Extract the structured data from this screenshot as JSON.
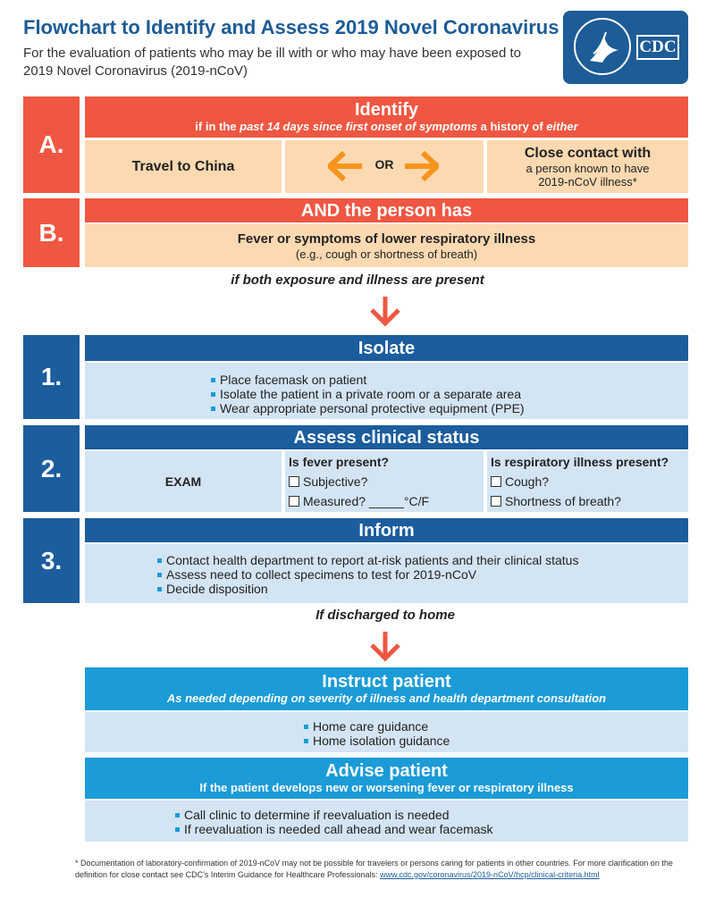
{
  "header": {
    "title": "Flowchart to Identify and Assess 2019 Novel Coronavirus",
    "subtitle": "For the evaluation of patients who may be ill with or who may have been exposed to 2019 Novel Coronavirus (2019-nCoV)",
    "logo_text": "CDC"
  },
  "section_a": {
    "letter": "A.",
    "title": "Identify",
    "sub_pre": "if in the ",
    "sub_em": "past 14 days since first onset of symptoms",
    "sub_mid": " a history of ",
    "sub_em2": "either",
    "left": "Travel to China",
    "or": "OR",
    "right_title": "Close contact with",
    "right_text": "a person known to have 2019-nCoV illness*"
  },
  "section_b": {
    "letter": "B.",
    "title": "AND the person has",
    "main": "Fever or symptoms of lower respiratory illness",
    "sub": "(e.g., cough or shortness of breath)"
  },
  "connector_1": "if both exposure and illness are present",
  "step_1": {
    "number": "1.",
    "title": "Isolate",
    "items": [
      "Place facemask on patient",
      "Isolate the patient in a private room or a separate area",
      "Wear appropriate personal protective equipment (PPE)"
    ]
  },
  "step_2": {
    "number": "2.",
    "title": "Assess clinical status",
    "exam": "EXAM",
    "fever_q": "Is fever present?",
    "fever_opt1": "Subjective?",
    "fever_opt2": "Measured? _____°C/F",
    "resp_q": "Is respiratory illness present?",
    "resp_opt1": "Cough?",
    "resp_opt2": "Shortness of breath?"
  },
  "step_3": {
    "number": "3.",
    "title": "Inform",
    "items": [
      "Contact health department to report at-risk patients and their clinical status",
      "Assess need to collect specimens to test for 2019-nCoV",
      "Decide disposition"
    ]
  },
  "connector_2": "If discharged to home",
  "instruct": {
    "title": "Instruct patient",
    "sub": "As needed depending on severity of illness and health department consultation",
    "items": [
      "Home care guidance",
      "Home isolation guidance"
    ]
  },
  "advise": {
    "title": "Advise patient",
    "sub": "If the patient develops new or worsening fever or respiratory illness",
    "items": [
      "Call clinic to determine if reevaluation is needed",
      "If reevaluation is needed call ahead and wear facemask"
    ]
  },
  "footnote": {
    "text": "* Documentation of laboratory-confirmation of 2019-nCoV may not be possible for travelers or persons caring for patients in other countries. For more clarification on the definition for close contact see CDC’s Interim Guidance for Healthcare Professionals: ",
    "link": "www.cdc.gov/coronavirus/2019-nCoV/hcp/clinical-criteria.html"
  },
  "colors": {
    "red": "#ef5742",
    "peach": "#fcd9b1",
    "orange_arrow": "#f7941d",
    "navy": "#1b5d9d",
    "light_blue": "#d3e4f3",
    "cyan": "#1b9bd7",
    "title_blue": "#1d5c97"
  }
}
